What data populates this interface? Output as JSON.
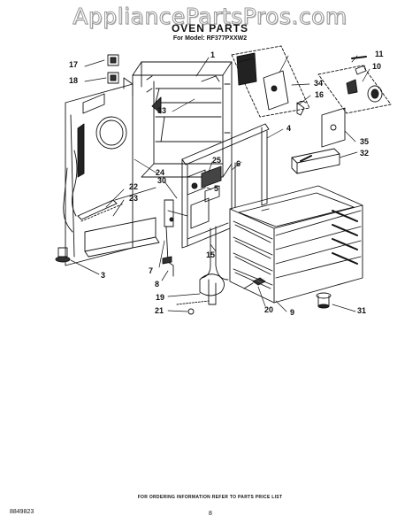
{
  "watermark": "AppliancePartsPros.com",
  "header": {
    "title": "OVEN PARTS",
    "subtitle": "For Model: RF377PXXW2"
  },
  "callouts": {
    "c1": "1",
    "c3": "3",
    "c4": "4",
    "c5": "5",
    "c6": "6",
    "c7": "7",
    "c8": "8",
    "c9": "9",
    "c10": "10",
    "c11": "11",
    "c15": "15",
    "c16": "16",
    "c17": "17",
    "c18": "18",
    "c19": "19",
    "c20": "20",
    "c21": "21",
    "c22": "22",
    "c23": "23",
    "c24": "24",
    "c25": "25",
    "c30": "30",
    "c31": "31",
    "c32": "32",
    "c33": "33",
    "c34": "34",
    "c35": "35"
  },
  "footer": {
    "note": "FOR ORDERING INFORMATION REFER TO PARTS PRICE LIST",
    "doc_number": "8849823",
    "page_number": "8"
  }
}
